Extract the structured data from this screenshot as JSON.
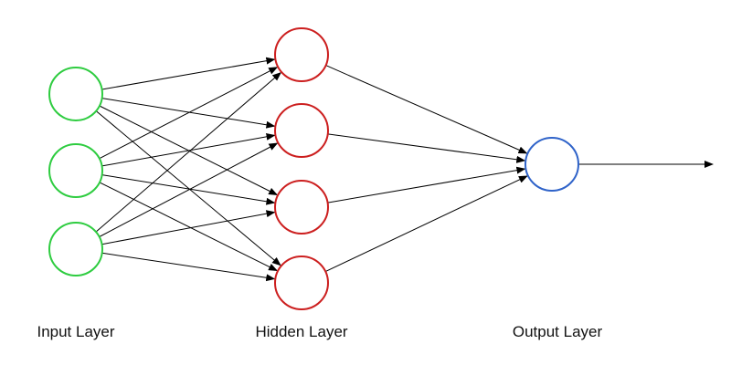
{
  "labels": {
    "input": "Input Layer",
    "hidden": "Hidden Layer",
    "output": "Output Layer"
  },
  "network": {
    "layers": [
      {
        "name": "input",
        "nodes": 3,
        "color": "#2ecc40"
      },
      {
        "name": "hidden",
        "nodes": 4,
        "color": "#cc1f1f"
      },
      {
        "name": "output",
        "nodes": 1,
        "color": "#2f63c9"
      }
    ],
    "connections": "fully-connected",
    "output_arrow": true
  },
  "colors": {
    "edge": "#000000",
    "background": "#ffffff"
  }
}
